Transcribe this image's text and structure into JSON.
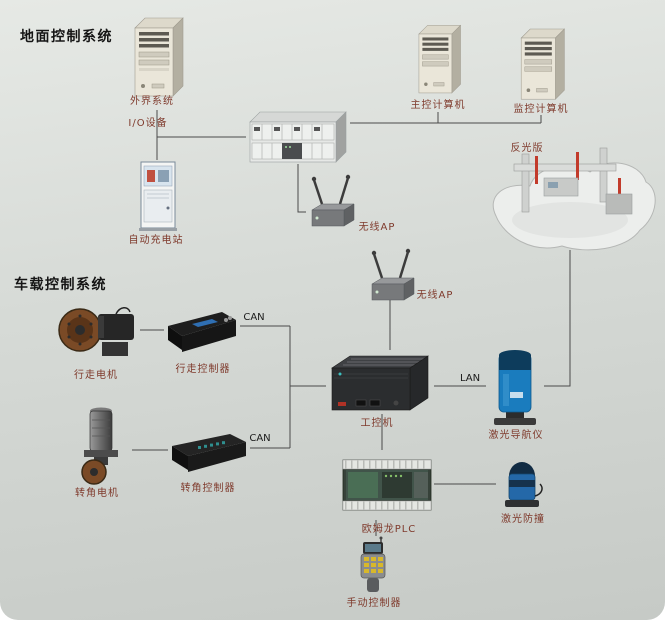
{
  "sections": {
    "ground": {
      "title": "地面控制系统"
    },
    "vehicle": {
      "title": "车载控制系统"
    }
  },
  "nodes": {
    "external_system": {
      "label": "外界系统",
      "icon": "tower-computer-icon"
    },
    "io_device": {
      "label": "I/O设备"
    },
    "charging_station": {
      "label": "自动充电站",
      "icon": "cabinet-icon"
    },
    "main_computer": {
      "label": "主控计算机",
      "icon": "tower-computer-icon"
    },
    "monitor_computer": {
      "label": "监控计算机",
      "icon": "tower-computer-icon"
    },
    "network_switch": {
      "icon": "rack-switch-icon"
    },
    "reflector": {
      "label": "反光版",
      "icon": "machine-station-icon"
    },
    "wireless_ap_1": {
      "label": "无线AP",
      "icon": "wireless-ap-icon"
    },
    "wireless_ap_2": {
      "label": "无线AP",
      "icon": "wireless-ap-icon"
    },
    "travel_motor": {
      "label": "行走电机",
      "icon": "wheel-motor-icon"
    },
    "travel_controller": {
      "label": "行走控制器",
      "icon": "motor-controller-icon"
    },
    "steering_motor": {
      "label": "转角电机",
      "icon": "cylinder-motor-icon"
    },
    "steering_controller": {
      "label": "转角控制器",
      "icon": "motor-controller-icon"
    },
    "industrial_pc": {
      "label": "工控机",
      "icon": "industrial-pc-icon"
    },
    "laser_nav": {
      "label": "激光导航仪",
      "icon": "laser-scanner-icon"
    },
    "omron_plc": {
      "label": "欧姆龙PLC",
      "icon": "plc-icon"
    },
    "laser_collision": {
      "label": "激光防撞",
      "icon": "laser-scanner-icon"
    },
    "manual_controller": {
      "label": "手动控制器",
      "icon": "handheld-icon"
    }
  },
  "edges": {
    "can_travel": "CAN",
    "can_steering": "CAN",
    "lan": "LAN"
  },
  "colors": {
    "background_top": "#e6e9e5",
    "background_bottom": "#c6cac6",
    "wire": "#4a4a4a",
    "node_label": "#7f3a2c",
    "edge_label": "#1b1b1b",
    "title": "#151515",
    "laser_blue": "#1a7cbe",
    "plc_green": "#41544a",
    "reflector_red": "#c23b2b"
  }
}
